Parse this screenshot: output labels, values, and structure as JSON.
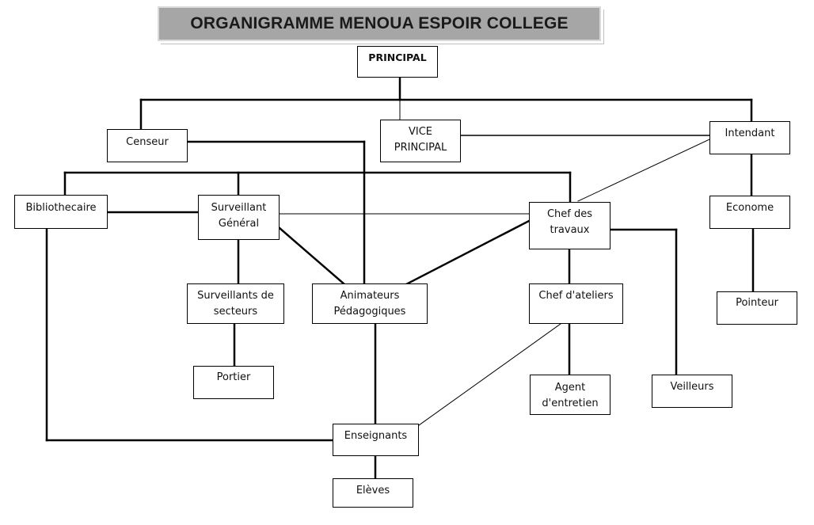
{
  "title": "ORGANIGRAMME MENOUA ESPOIR COLLEGE",
  "nodes": {
    "principal": "PRINCIPAL",
    "censeur": "Censeur",
    "vice_principal": "VICE\nPRINCIPAL",
    "intendant": "Intendant",
    "bibliothecaire": "Bibliothecaire",
    "surveillant_general": "Surveillant\nGénéral",
    "chef_travaux": "Chef des\ntravaux",
    "econome": "Econome",
    "surveillants_secteurs": "Surveillants de\nsecteurs",
    "animateurs": "Animateurs\nPédagogiques",
    "chef_ateliers": "Chef d'ateliers",
    "pointeur": "Pointeur",
    "portier": "Portier",
    "agent_entretien": "Agent\nd'entretien",
    "veilleurs": "Veilleurs",
    "enseignants": "Enseignants",
    "eleves": "Elèves"
  }
}
